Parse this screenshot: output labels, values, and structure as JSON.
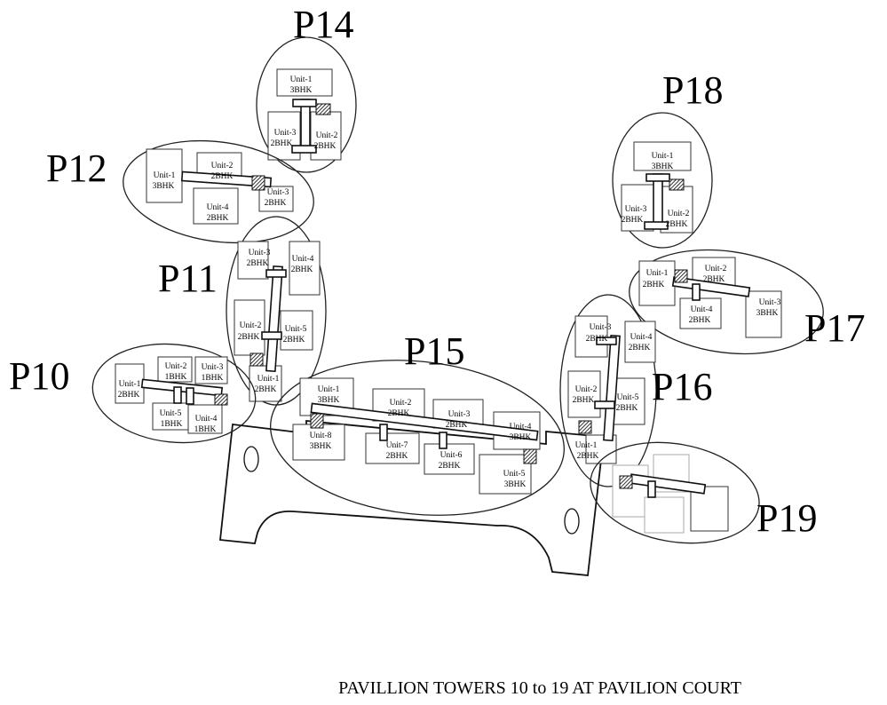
{
  "caption": "PAVILLION TOWERS 10 to 19 AT PAVILION COURT",
  "towers": [
    {
      "id": "P14",
      "units": [
        {
          "name": "Unit-1",
          "type": "3BHK"
        },
        {
          "name": "Unit-3",
          "type": "2BHK"
        },
        {
          "name": "Unit-2",
          "type": "2BHK"
        }
      ]
    },
    {
      "id": "P12",
      "units": [
        {
          "name": "Unit-1",
          "type": "3BHK"
        },
        {
          "name": "Unit-2",
          "type": "2BHK"
        },
        {
          "name": "Unit-4",
          "type": "2BHK"
        },
        {
          "name": "Unit-3",
          "type": "2BHK"
        }
      ]
    },
    {
      "id": "P11",
      "units": [
        {
          "name": "Unit-3",
          "type": "2BHK"
        },
        {
          "name": "Unit-4",
          "type": "2BHK"
        },
        {
          "name": "Unit-2",
          "type": "2BHK"
        },
        {
          "name": "Unit-5",
          "type": "2BHK"
        },
        {
          "name": "Unit-1",
          "type": "2BHK"
        }
      ]
    },
    {
      "id": "P10",
      "units": [
        {
          "name": "Unit-1",
          "type": "2BHK"
        },
        {
          "name": "Unit-2",
          "type": "1BHK"
        },
        {
          "name": "Unit-3",
          "type": "1BHK"
        },
        {
          "name": "Unit-5",
          "type": "1BHK"
        },
        {
          "name": "Unit-4",
          "type": "1BHK"
        }
      ]
    },
    {
      "id": "P15",
      "units": [
        {
          "name": "Unit-1",
          "type": "3BHK"
        },
        {
          "name": "Unit-2",
          "type": "2BHK"
        },
        {
          "name": "Unit-3",
          "type": "2BHK"
        },
        {
          "name": "Unit-4",
          "type": "3BHK"
        },
        {
          "name": "Unit-8",
          "type": "3BHK"
        },
        {
          "name": "Unit-7",
          "type": "2BHK"
        },
        {
          "name": "Unit-6",
          "type": "2BHK"
        },
        {
          "name": "Unit-5",
          "type": "3BHK"
        }
      ]
    },
    {
      "id": "P18",
      "units": [
        {
          "name": "Unit-1",
          "type": "3BHK"
        },
        {
          "name": "Unit-3",
          "type": "2BHK"
        },
        {
          "name": "Unit-2",
          "type": "2BHK"
        }
      ]
    },
    {
      "id": "P17",
      "units": [
        {
          "name": "Unit-1",
          "type": "2BHK"
        },
        {
          "name": "Unit-2",
          "type": "2BHK"
        },
        {
          "name": "Unit-4",
          "type": "2BHK"
        },
        {
          "name": "Unit-3",
          "type": "3BHK"
        }
      ]
    },
    {
      "id": "P16",
      "units": [
        {
          "name": "Unit-3",
          "type": "2BHK"
        },
        {
          "name": "Unit-4",
          "type": "2BHK"
        },
        {
          "name": "Unit-2",
          "type": "2BHK"
        },
        {
          "name": "Unit-5",
          "type": "2BHK"
        },
        {
          "name": "Unit-1",
          "type": "2BHK"
        }
      ]
    },
    {
      "id": "P19",
      "units": []
    }
  ]
}
